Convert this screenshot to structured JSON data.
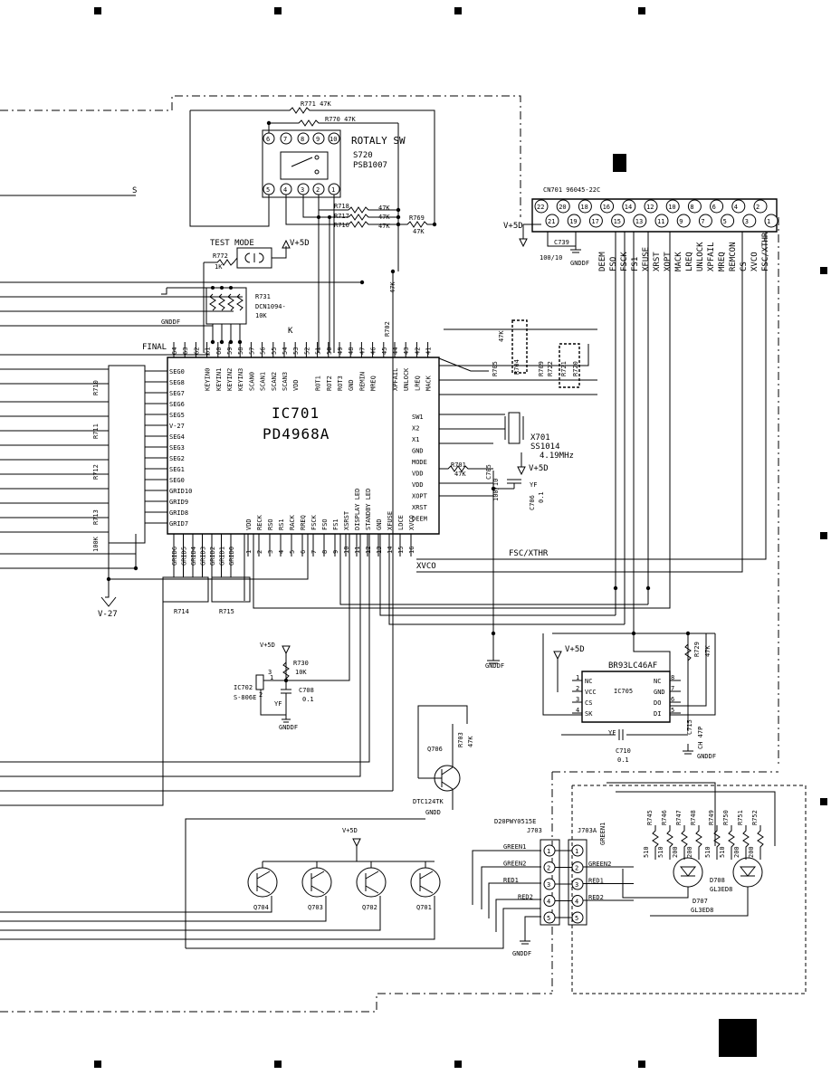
{
  "sheet": {
    "ic701": {
      "ref": "IC701",
      "part": "PD4968A",
      "label_final": "FINAL"
    },
    "switch": {
      "title": "ROTALY SW",
      "ref": "S720",
      "part": "PSB1007"
    },
    "test_mode": {
      "label": "TEST MODE",
      "resistor": "R772",
      "value": "1K",
      "supply": "V+5D"
    },
    "r731": {
      "ref": "R731",
      "value": "DCN1094-",
      "value2": "10K"
    },
    "connector": {
      "ref": "CN701 96045-22C",
      "supply": "V+5D",
      "cap": "C739",
      "cap_value": "100/10",
      "gnd": "GNDDF",
      "top_pins": [
        "22",
        "20",
        "18",
        "16",
        "14",
        "12",
        "10",
        "8",
        "6",
        "4",
        "2"
      ],
      "bottom_pins": [
        "21",
        "19",
        "17",
        "15",
        "13",
        "11",
        "9",
        "7",
        "5",
        "3",
        "1"
      ],
      "signals": [
        "DEEM",
        "FSO",
        "FSCK",
        "FS1",
        "XFUSE",
        "XRST",
        "XOPT",
        "MACK",
        "LREQ",
        "UNLOCK",
        "XPFAIL",
        "MREQ",
        "REMCON",
        "CS",
        "XVCO",
        "FSC/XTHR"
      ]
    },
    "resistors": {
      "r771": "R771 47K",
      "r770": "R770 47K",
      "r718": "R718",
      "r717": "R717",
      "r716": "R716",
      "r769": "R769",
      "r769v": "47K",
      "k47": "47K",
      "r702": "R702",
      "r705": "R705",
      "r704": "R704",
      "r709": "R709",
      "r722": "R722",
      "r721": "R721",
      "r720": "R720",
      "r701": "R701",
      "r701v": "47K",
      "r710": "R710",
      "r711": "R711",
      "r712": "R712",
      "r713": "R713",
      "k100": "100K",
      "r714": "R714",
      "r715": "R715",
      "r730": "R730",
      "r730v": "10K",
      "r729": "R729",
      "r729v": "47K",
      "r703": "R703",
      "r703v": "47K"
    },
    "crystal": {
      "ref": "X701",
      "part": "SS1014",
      "freq": "4.19MHz"
    },
    "c705": {
      "ref": "C705",
      "value": "100/10"
    },
    "c706": {
      "ref": "C706",
      "value": "0.1",
      "yf": "YF"
    },
    "net": {
      "fsc": "FSC/XTHR",
      "xvco": "XVCO",
      "s": "S",
      "k": "K",
      "v27": "V-27",
      "gnddf": "GNDDF",
      "gndd": "GNDD",
      "v5d": "V+5D"
    },
    "ic702": {
      "ref": "IC702",
      "part": "S-806E",
      "cap": "C708",
      "cap_value": "0.1",
      "yf": "YF",
      "pins": [
        "1",
        "2",
        "3"
      ]
    },
    "ic705": {
      "ref": "IC705",
      "part": "BR93LC46AF",
      "supply": "V+5D",
      "left_pins": [
        {
          "n": "1",
          "name": "NC"
        },
        {
          "n": "2",
          "name": "VCC"
        },
        {
          "n": "3",
          "name": "CS"
        },
        {
          "n": "4",
          "name": "SK"
        }
      ],
      "right_pins": [
        {
          "n": "8",
          "name": "NC"
        },
        {
          "n": "7",
          "name": "GND"
        },
        {
          "n": "6",
          "name": "DO"
        },
        {
          "n": "5",
          "name": "DI"
        }
      ],
      "c710": "C710",
      "c710v": "0.1",
      "c715": "C715",
      "c715v": "CH 47P",
      "yf": "YF"
    },
    "q706": {
      "ref": "Q706",
      "part": "DTC124TK"
    },
    "transistors": [
      "Q704",
      "Q703",
      "Q702",
      "Q701"
    ],
    "j703": {
      "ref": "J703",
      "part": "D20PWY0515E",
      "ref_a": "J703A",
      "left_labels": [
        "GREEN1",
        "GREEN2",
        "RED1",
        "RED2"
      ],
      "right_labels": [
        "GREEN2",
        "RED1",
        "RED2"
      ],
      "green1_vertical": "GREEN1",
      "pins": [
        "1",
        "2",
        "3",
        "4",
        "5"
      ]
    },
    "leds": {
      "r745": "R745",
      "r746": "R746",
      "r747": "R747",
      "r748": "R748",
      "r749": "R749",
      "r750": "R750",
      "r751": "R751",
      "r752": "R752",
      "v510": "510",
      "v200": "200",
      "d708": "D708",
      "d708p": "GL3ED8",
      "d707": "D707",
      "d707p": "GL3ED8"
    },
    "ic_top_pins": [
      {
        "n": "64",
        "name": ""
      },
      {
        "n": "63",
        "name": ""
      },
      {
        "n": "62",
        "name": ""
      },
      {
        "n": "61",
        "name": "KEYIN0"
      },
      {
        "n": "60",
        "name": "KEYIN1"
      },
      {
        "n": "59",
        "name": "KEYIN2"
      },
      {
        "n": "58",
        "name": "KEYIN3"
      },
      {
        "n": "57",
        "name": "SCAN0"
      },
      {
        "n": "56",
        "name": "SCAN1"
      },
      {
        "n": "55",
        "name": "SCAN2"
      },
      {
        "n": "54",
        "name": "SCAN3"
      },
      {
        "n": "53",
        "name": "VDD"
      },
      {
        "n": "52",
        "name": ""
      },
      {
        "n": "51",
        "name": "ROT1"
      },
      {
        "n": "50",
        "name": "ROT2"
      },
      {
        "n": "49",
        "name": "ROT3"
      },
      {
        "n": "48",
        "name": "GND"
      },
      {
        "n": "47",
        "name": "REMIN"
      },
      {
        "n": "46",
        "name": "MREQ"
      },
      {
        "n": "45",
        "name": ""
      },
      {
        "n": "44",
        "name": "XPFAIL"
      },
      {
        "n": "43",
        "name": "UNLOCK"
      },
      {
        "n": "42",
        "name": "LREQ"
      },
      {
        "n": "41",
        "name": "MACK"
      }
    ],
    "ic_left_pins": [
      "SEG0",
      "SEG8",
      "SEG7",
      "SEG6",
      "SEG5",
      "V-27",
      "SEG4",
      "SEG3",
      "SEG2",
      "SEG1",
      "SEG0",
      "GRID10",
      "GRID9",
      "GRID8",
      "GRID7"
    ],
    "ic_right_pins": [
      "SW1",
      "X2",
      "X1",
      "GND",
      "MODE",
      "VDD",
      "VDD",
      "XOPT",
      "XRST",
      "DEEM"
    ],
    "ic_bottom_pins": [
      {
        "n": "1",
        "name": "VDD"
      },
      {
        "n": "2",
        "name": "RECK"
      },
      {
        "n": "3",
        "name": "RSO"
      },
      {
        "n": "4",
        "name": "RS1"
      },
      {
        "n": "5",
        "name": "RACK"
      },
      {
        "n": "6",
        "name": "RREQ"
      },
      {
        "n": "7",
        "name": "FSCK"
      },
      {
        "n": "8",
        "name": "FSO"
      },
      {
        "n": "9",
        "name": "FS1"
      },
      {
        "n": "10",
        "name": "XSRST"
      },
      {
        "n": "11",
        "name": "DISPLAY LED"
      },
      {
        "n": "12",
        "name": "STANDBY LED"
      },
      {
        "n": "13",
        "name": "GND"
      },
      {
        "n": "14",
        "name": "XFUSE"
      },
      {
        "n": "15",
        "name": "LDCE"
      },
      {
        "n": "16",
        "name": "XVCO"
      }
    ],
    "ic_grid_pins": [
      "GRID6",
      "GRID5",
      "GRID4",
      "GRID3",
      "GRID2",
      "GRID1",
      "GRID0"
    ],
    "page_marks": {
      "corner": ""
    }
  }
}
